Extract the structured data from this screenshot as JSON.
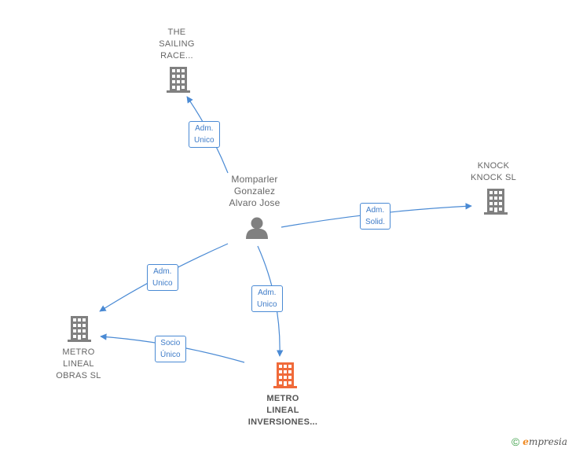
{
  "colors": {
    "edge": "#4a8ad4",
    "company_icon": "#808080",
    "main_company_icon": "#f06a3a",
    "person_icon": "#808080"
  },
  "nodes": {
    "sailing": {
      "label": "THE\nSAILING\nRACE...",
      "icon": "building-icon"
    },
    "knock": {
      "label": "KNOCK\nKNOCK SL",
      "icon": "building-icon"
    },
    "person": {
      "label": "Momparler\nGonzalez\nAlvaro Jose",
      "icon": "person-icon"
    },
    "obras": {
      "label": "METRO\nLINEAL\nOBRAS SL",
      "icon": "building-icon"
    },
    "inversiones": {
      "label": "METRO\nLINEAL\nINVERSIONES...",
      "icon": "building-icon"
    }
  },
  "edges": {
    "person_sailing": {
      "label": "Adm.\nUnico"
    },
    "person_knock": {
      "label": "Adm.\nSolid."
    },
    "person_obras": {
      "label": "Adm.\nUnico"
    },
    "person_inversiones": {
      "label": "Adm.\nUnico"
    },
    "inversiones_obras": {
      "label": "Socio\nÚnico"
    }
  },
  "footer": {
    "copyright": "©",
    "brand_initial": "e",
    "brand_rest": "mpresia"
  }
}
